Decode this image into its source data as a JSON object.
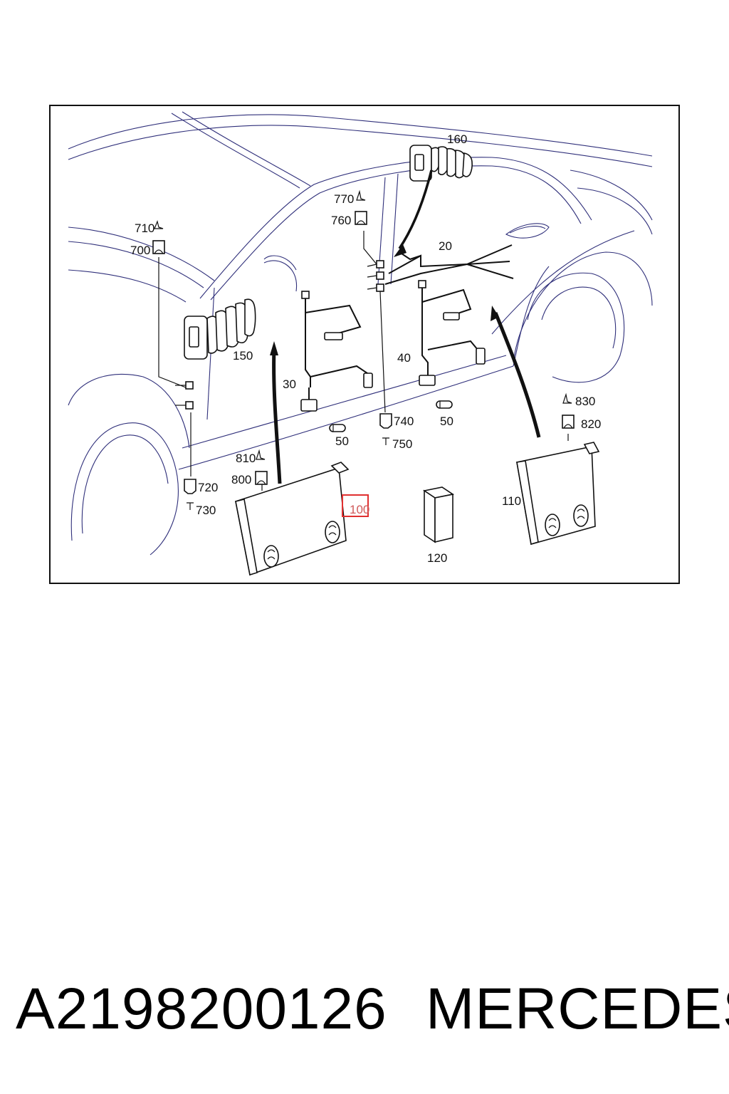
{
  "diagram": {
    "callouts": {
      "c160": "160",
      "c20": "20",
      "c770": "770",
      "c760": "760",
      "c710": "710",
      "c700": "700",
      "c150": "150",
      "c30": "30",
      "c40": "40",
      "c50a": "50",
      "c50b": "50",
      "c740": "740",
      "c750": "750",
      "c810": "810",
      "c800": "800",
      "c720": "720",
      "c730": "730",
      "c100": "100",
      "c120": "120",
      "c830": "830",
      "c820": "820",
      "c110": "110"
    },
    "colors": {
      "car_outline": "#2f2f7a",
      "highlight_box": "#e03030",
      "highlight_text": "#d05a5a",
      "frame": "#111111"
    }
  },
  "footer": {
    "part_number": "A2198200126",
    "brand": "MERCEDES"
  }
}
